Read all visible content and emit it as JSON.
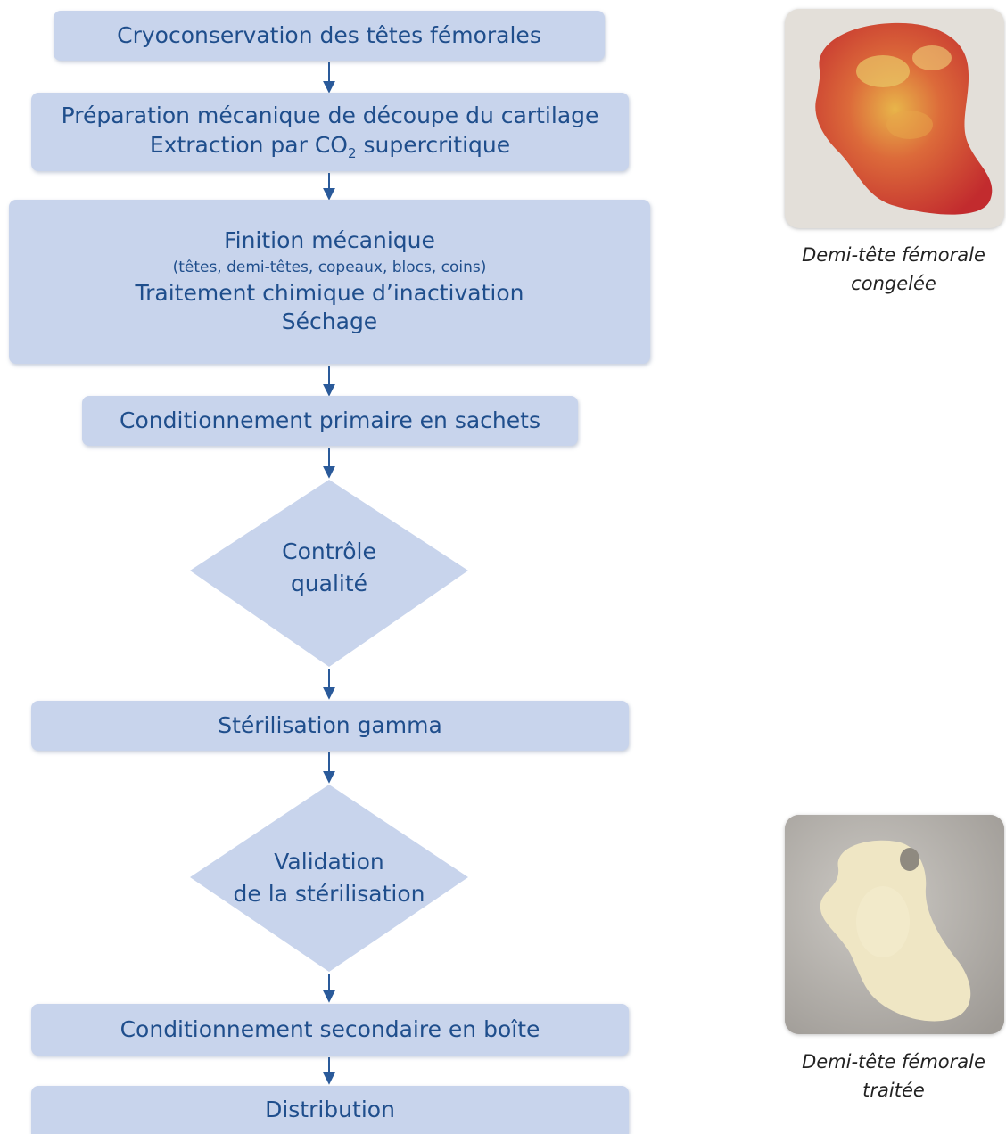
{
  "colors": {
    "box": "#c8d4ec",
    "text": "#1f4e8c",
    "arrow": "#2a5a9a"
  },
  "steps": {
    "cryo": "Cryoconservation des têtes fémorales",
    "prep_line1": "Préparation mécanique de découpe du cartilage",
    "prep_line2_pre": "Extraction par CO",
    "prep_line2_sub": "2",
    "prep_line2_post": " supercritique",
    "finition": "Finition mécanique",
    "finition_detail": "(têtes, demi-têtes, copeaux, blocs, coins)",
    "traitement": "Traitement chimique d’inactivation",
    "sechage": "Séchage",
    "cond_primaire": "Conditionnement primaire en sachets",
    "controle_line1": "Contrôle",
    "controle_line2": "qualité",
    "sterilisation": "Stérilisation gamma",
    "validation_line1": "Validation",
    "validation_line2": "de la stérilisation",
    "cond_secondaire": "Conditionnement secondaire en boîte",
    "distribution": "Distribution"
  },
  "photos": {
    "frozen_line1": "Demi-tête fémorale",
    "frozen_line2": "congelée",
    "treated_line1": "Demi-tête fémorale",
    "treated_line2": "traitée"
  }
}
